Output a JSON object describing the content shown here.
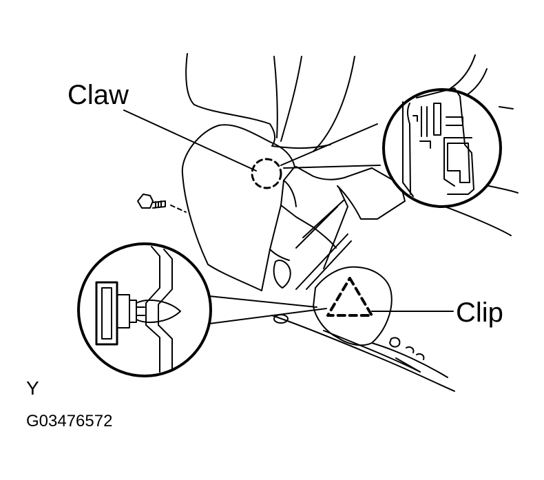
{
  "labels": {
    "claw": "Claw",
    "clip": "Clip",
    "view": "Y",
    "code": "G03476572"
  },
  "colors": {
    "ink": "#000000",
    "paper": "#ffffff"
  }
}
